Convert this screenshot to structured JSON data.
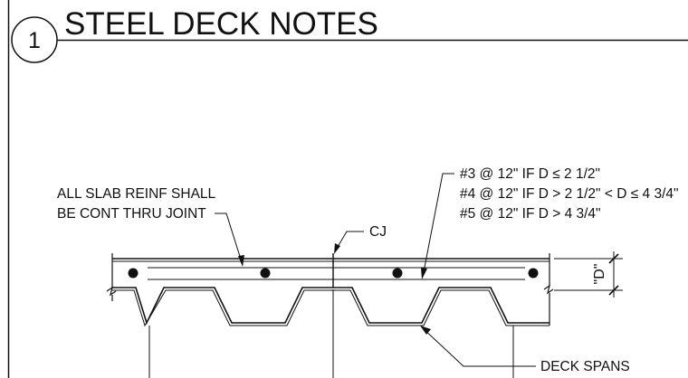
{
  "detail": {
    "number": "1",
    "title": "STEEL DECK NOTES"
  },
  "notes": {
    "slab_reinf_line1": "ALL SLAB REINF SHALL",
    "slab_reinf_line2": "BE CONT THRU JOINT",
    "control_joint": "CJ",
    "bar_line1": "#3 @ 12\" IF D ≤ 2 1/2\"",
    "bar_line2": "#4 @ 12\" IF D > 2 1/2\" < D ≤ 4 3/4\"",
    "bar_line3": "#5 @ 12\" IF D > 4 3/4\"",
    "dimension_label": "\"D\"",
    "deck_spans": "DECK SPANS"
  }
}
